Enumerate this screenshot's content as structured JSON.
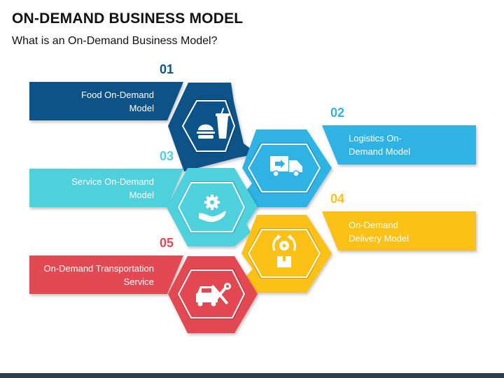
{
  "title": "ON-DEMAND BUSINESS MODEL",
  "subtitle": "What is an On-Demand Business Model?",
  "colors": {
    "navy": "#0b5388",
    "blue": "#2fb3e4",
    "teal": "#4fd0dd",
    "yellow": "#fcc117",
    "red": "#e34852",
    "footer": "#2f3e4e"
  },
  "items": [
    {
      "number": "01",
      "label": "Food On-Demand Model",
      "icon": "burger-drink-icon",
      "color": "#0b5388"
    },
    {
      "number": "02",
      "label": "Logistics On-Demand Model",
      "icon": "delivery-truck-icon",
      "color": "#2fb3e4"
    },
    {
      "number": "03",
      "label": "Service On-Demand Model",
      "icon": "gear-hand-icon",
      "color": "#4fd0dd"
    },
    {
      "number": "04",
      "label": "On-Demand Delivery Model",
      "icon": "package-cycle-icon",
      "color": "#fcc117"
    },
    {
      "number": "05",
      "label": "On-Demand Transportation Service",
      "icon": "car-repair-icon",
      "color": "#e34852"
    }
  ]
}
